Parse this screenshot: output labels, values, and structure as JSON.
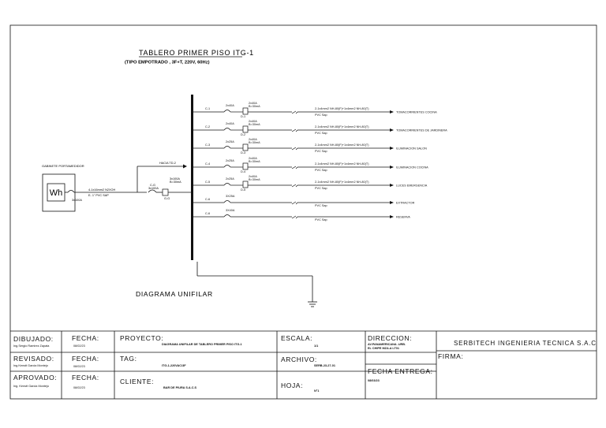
{
  "title": "TABLERO PRIMER PISO ITG-1",
  "subtitle": "(TIPO EMPOTRADO , 3F+T, 220V, 60Hz)",
  "diagram_label": "DIAGRAMA UNIFILAR",
  "meter": {
    "box_label": "GABINETE PORTAMEDIDOR",
    "symbol": "Wh",
    "breaker": "3x100A",
    "feeder_line1": "4-1x16mm2 N2XOH",
    "feeder_line2": "E- 1\" PVC SAP"
  },
  "hacia": "HACIA TD-2",
  "main": {
    "top_label": "C-G",
    "rating": "3x100A",
    "bottom_label": "G-G",
    "diff_line1": "3x100A",
    "diff_line2": "B=30mA"
  },
  "circuits": [
    {
      "id": "C-1",
      "breaker": "2x40A",
      "diff1": "2x40A",
      "diff2": "B=30mA",
      "d_id": "D-1",
      "cable": "2-1x4mm2 NH-80(F)+1x4mm2 NH-80(T)",
      "conduit": "PVC Sap",
      "load": "TOMACORRIENTES COCINA"
    },
    {
      "id": "C-2",
      "breaker": "2x40A",
      "diff1": "2x40A",
      "diff2": "B=30mA",
      "d_id": "D-2",
      "cable": "2-1x4mm2 NH-80(F)+1x4mm2 NH-80(T)",
      "conduit": "PVC Sap",
      "load": "TOMACORRIENTES DE JARDINERA"
    },
    {
      "id": "C-3",
      "breaker": "2x25A",
      "diff1": "2x40A",
      "diff2": "B=30mA",
      "d_id": "D-3",
      "cable": "2-1x4mm2 NH-80(F)+1x4mm2 NH-80(T)",
      "conduit": "PVC Sap",
      "load": "ILUMINACION SALON"
    },
    {
      "id": "C-4",
      "breaker": "2x25A",
      "diff1": "2x40A",
      "diff2": "B=30mA",
      "d_id": "D-4",
      "cable": "2-1x4mm2 NH-80(F)+1x4mm2 NH-80(T)",
      "conduit": "PVC Sap",
      "load": "ILUMINACION COCINA"
    },
    {
      "id": "C-5",
      "breaker": "2x25A",
      "diff1": "2x40A",
      "diff2": "B=30mA",
      "d_id": "D-5",
      "cable": "2-1x4mm2 NH-80(F)+1x4mm2 NH-80(T)",
      "conduit": "PVC Sap",
      "load": "LUCES EMERGENCIA"
    },
    {
      "id": "C-6",
      "breaker": "3X25A",
      "diff1": "",
      "diff2": "",
      "d_id": "",
      "cable": "",
      "conduit": "PVC Sap",
      "load": "EXTRACTOR"
    },
    {
      "id": "C-6",
      "breaker": "3X40A",
      "diff1": "",
      "diff2": "",
      "d_id": "",
      "cable": "",
      "conduit": "PVC Sap",
      "load": "RESERVA"
    }
  ],
  "title_block": {
    "dibujado_label": "DIBUJADO:",
    "dibujado_name": "Ing.Sergio Ramirez Zapata",
    "revisado_label": "REVISADO:",
    "revisado_name": "Ing.Kenstt Garcia Montejo",
    "aprovado_label": "APROVADO:",
    "aprovado_name": "Ing. Kenstt Garcia Montejo",
    "fecha_label": "FECHA:",
    "fecha_1": "08/02/23",
    "fecha_2": "08/02/23",
    "fecha_3": "08/02/23",
    "proyecto_label": "PROYECTO:",
    "proyecto_value": "DIAGRAMA UNIFILAR DE TABLERO PRIMER PISO ITG-1",
    "tag_label": "TAG:",
    "tag_value": "ITG-1-220VAC/3F",
    "cliente_label": "CLIENTE:",
    "cliente_value": "BAR DE PIURA S.A.C.S",
    "escala_label": "ESCALA:",
    "escala_value": "1/1",
    "archivo_label": "ARCHIVO:",
    "archivo_value": "SERB-23-27-01",
    "hoja_label": "HOJA:",
    "hoja_value": "N°1",
    "direccion_label": "DIRECCION:",
    "direccion_line1": "AV.PANAMERICANA -URB.",
    "direccion_line2": "EL CHIPE MZA.A LT01",
    "fecha_entrega_label": "FECHA ENTREGA:",
    "fecha_entrega_value": "08/03/23",
    "company": "SERBITECH INGENIERIA TECNICA S.A.C",
    "firma_label": "FIRMA:"
  }
}
